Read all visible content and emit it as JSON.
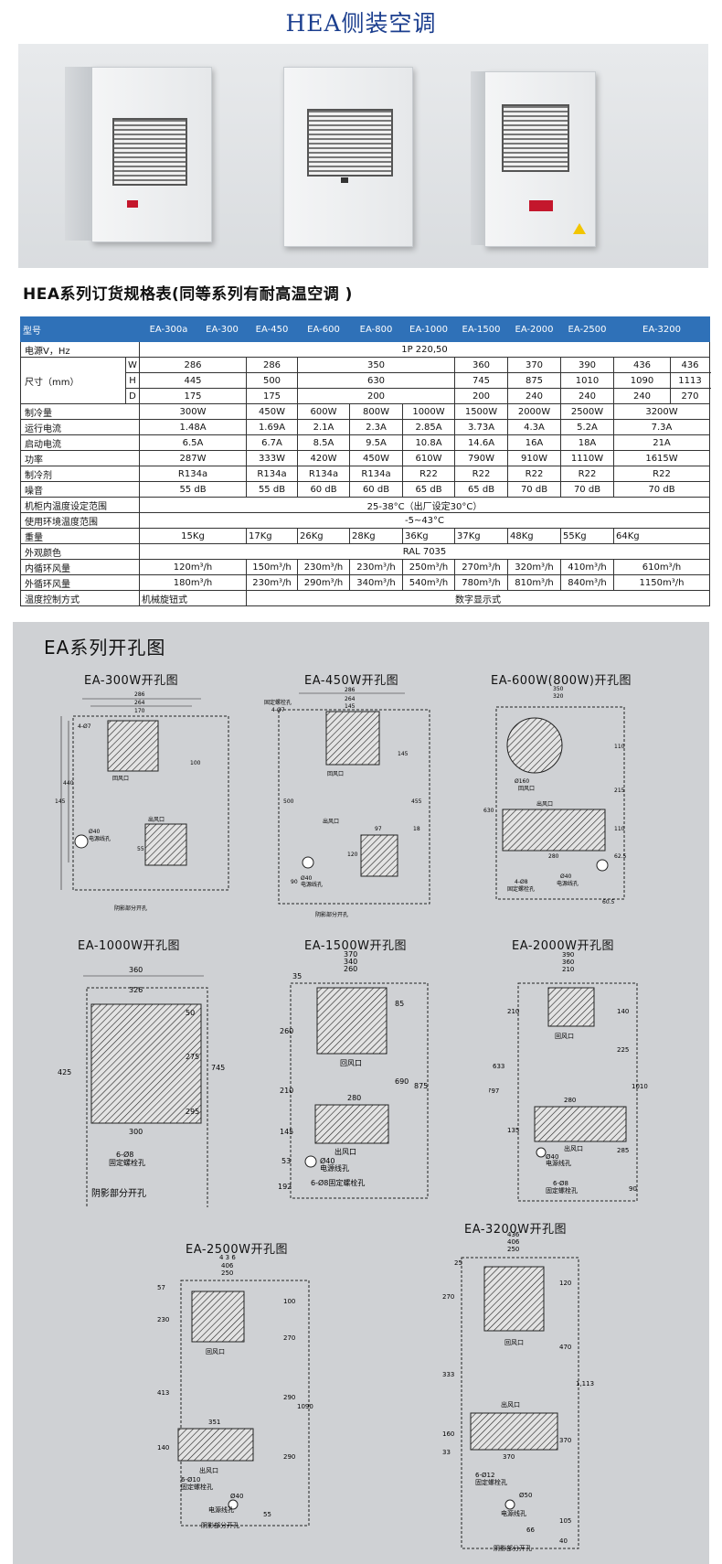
{
  "page_title": "HEA侧装空调",
  "spec_title": "HEA系列订货规格表(同等系列有耐高温空调 )",
  "table": {
    "header": [
      "型号",
      "EA-300a",
      "EA-300",
      "EA-450",
      "EA-600",
      "EA-800",
      "EA-1000",
      "EA-1500",
      "EA-2000",
      "EA-2500",
      "EA-3200"
    ],
    "power_label": "电源V，Hz",
    "power_value": "1P 220,50",
    "size_label": "尺寸（mm）",
    "w_label": "W",
    "h_label": "H",
    "d_label": "D",
    "w": [
      "286",
      "286",
      "350",
      "360",
      "370",
      "390",
      "436",
      "436"
    ],
    "h": [
      "445",
      "500",
      "630",
      "745",
      "875",
      "1010",
      "1090",
      "1113"
    ],
    "d": [
      "175",
      "175",
      "200",
      "200",
      "240",
      "240",
      "240",
      "270"
    ],
    "cooling_label": "制冷量",
    "cooling": [
      "300W",
      "450W",
      "600W",
      "800W",
      "1000W",
      "1500W",
      "2000W",
      "2500W",
      "3200W"
    ],
    "run_label": "运行电流",
    "run": [
      "1.48A",
      "1.69A",
      "2.1A",
      "2.3A",
      "2.85A",
      "3.73A",
      "4.3A",
      "5.2A",
      "7.3A"
    ],
    "start_label": "启动电流",
    "start": [
      "6.5A",
      "6.7A",
      "8.5A",
      "9.5A",
      "10.8A",
      "14.6A",
      "16A",
      "18A",
      "21A"
    ],
    "pw_label": "功率",
    "pw": [
      "287W",
      "333W",
      "420W",
      "450W",
      "610W",
      "790W",
      "910W",
      "1110W",
      "1615W"
    ],
    "ref_label": "制冷剂",
    "ref": [
      "R134a",
      "R134a",
      "R134a",
      "R134a",
      "R22",
      "R22",
      "R22",
      "R22",
      "R22"
    ],
    "noise_label": "噪音",
    "noise": [
      "55 dB",
      "55 dB",
      "60 dB",
      "60 dB",
      "65 dB",
      "65 dB",
      "70 dB",
      "70 dB",
      "70 dB"
    ],
    "cab_label": "机柜内温度设定范围",
    "cab_value": "25-38°C（出厂设定30°C）",
    "env_label": "使用环境温度范围",
    "env_value": "-5~43°C",
    "weight_label": "重量",
    "weight": [
      "15Kg",
      "17Kg",
      "26Kg",
      "28Kg",
      "36Kg",
      "37Kg",
      "48Kg",
      "55Kg",
      "64Kg"
    ],
    "color_label": "外观颜色",
    "color_value": "RAL 7035",
    "inner_label": "内循环风量",
    "inner": [
      "120",
      "150",
      "230",
      "230",
      "250",
      "270",
      "320",
      "410",
      "610"
    ],
    "outer_label": "外循环风量",
    "outer": [
      "180",
      "230",
      "290",
      "340",
      "540",
      "780",
      "810",
      "840",
      "1150"
    ],
    "flow_unit": "m³/h",
    "ctrl_label": "温度控制方式",
    "ctrl_a": "机械旋钮式",
    "ctrl_b": "数字显示式"
  },
  "drawings": {
    "section_title": "EA系列开孔图",
    "t300": "EA-300W开孔图",
    "t450": "EA-450W开孔图",
    "t600": "EA-600W(800W)开孔图",
    "t1000": "EA-1000W开孔图",
    "t1500": "EA-1500W开孔图",
    "t2000": "EA-2000W开孔图",
    "t2500": "EA-2500W开孔图",
    "t3200": "EA-3200W开孔图",
    "return_air": "回风口",
    "outlet_air": "出风口",
    "fix_bolt": "固定螺栓孔",
    "power_hole": "电源线孔",
    "shadow_note": "阴影部分开孔",
    "d300": {
      "w": "286",
      "a": "264",
      "b": "170",
      "l1": "145",
      "l2": "440",
      "l3": "100",
      "l4": "55",
      "d": "Ø40",
      "m": "4-Ø7"
    },
    "d450": {
      "w": "286",
      "a": "264",
      "b": "145",
      "l1": "500",
      "l2": "455",
      "l3": "145",
      "c": "97",
      "e": "18",
      "f": "120",
      "g": "90",
      "d": "Ø40",
      "m": "4-Ø7"
    },
    "d600": {
      "w": "350",
      "a": "320",
      "l1": "630",
      "l2": "110",
      "l3": "215",
      "l4": "110",
      "l5": "62.5",
      "l6": "60.5",
      "c": "280",
      "d": "Ø160",
      "p": "Ø40",
      "m": "4-Ø8"
    },
    "d1000": {
      "w": "360",
      "a": "326",
      "b": "300",
      "l1": "425",
      "l2": "745",
      "l3": "275",
      "l4": "295",
      "l5": "50",
      "m": "6-Ø8"
    },
    "d1500": {
      "w": "370",
      "a": "340",
      "b": "260",
      "c": "280",
      "e": "35",
      "l1": "260",
      "l2": "210",
      "l3": "145",
      "l4": "192",
      "l5": "85",
      "l6": "690",
      "l7": "875",
      "d": "Ø40",
      "p": "53",
      "m": "6-Ø8固定螺栓孔"
    },
    "d2000": {
      "w": "390",
      "a": "360",
      "b": "210",
      "c": "280",
      "l1": "210",
      "l2": "633",
      "l3": "797",
      "l4": "135",
      "l5": "140",
      "l6": "225",
      "l7": "1010",
      "l8": "285",
      "l9": "90",
      "d": "Ø40",
      "m": "6-Ø8"
    },
    "d2500": {
      "w": "4 3 6",
      "a": "406",
      "b": "250",
      "c": "351",
      "l1": "57",
      "l2": "230",
      "l3": "413",
      "l4": "140",
      "l5": "100",
      "l6": "270",
      "l7": "290",
      "l8": "1090",
      "l9": "290",
      "d": "Ø40",
      "p": "55",
      "m": "6-Ø10"
    },
    "d3200": {
      "w": "436",
      "a": "406",
      "b": "250",
      "c": "370",
      "e": "25",
      "l1": "270",
      "l2": "333",
      "l3": "160",
      "l4": "33",
      "l5": "120",
      "l6": "470",
      "l7": "1,113",
      "l8": "370",
      "l9": "105",
      "l10": "40",
      "d": "Ø50",
      "p": "66",
      "m": "6-Ø12"
    }
  }
}
